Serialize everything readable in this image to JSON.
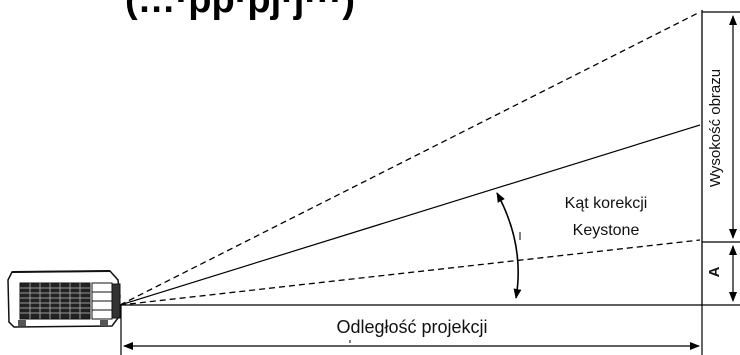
{
  "title_fragment": "(…·pp·pj·j···)",
  "labels": {
    "image_height": "Wysokość obrazu",
    "keystone_line1": "Kąt korekcji",
    "keystone_line2": "Keystone",
    "offset_a": "A",
    "projection_distance": "Odległość projekcji"
  },
  "colors": {
    "line": "#000000",
    "projector_body": "#ffffff",
    "projector_detail": "#111111"
  },
  "icons": {
    "projector": "projector-icon"
  }
}
